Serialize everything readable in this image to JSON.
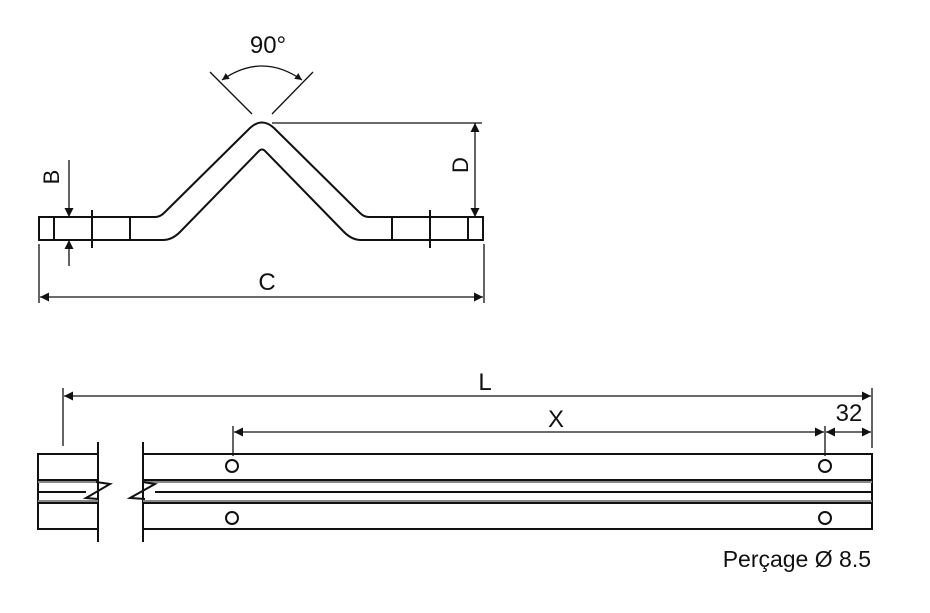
{
  "profile_view": {
    "angle_label": "90°",
    "thickness_label": "B",
    "height_label": "D",
    "width_label": "C"
  },
  "rail_view": {
    "length_label": "L",
    "hole_spacing_label": "X",
    "end_offset_label": "32"
  },
  "caption": "Perçage Ø 8.5"
}
